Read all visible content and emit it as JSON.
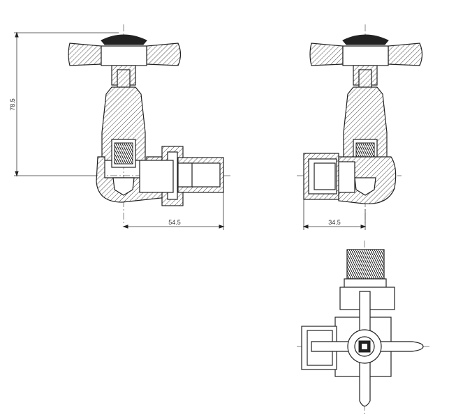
{
  "drawing": {
    "views": [
      "front-section",
      "side-section",
      "top-view"
    ],
    "dimensions": {
      "height": "78.5",
      "front_width": "54.5",
      "side_width": "34.5"
    },
    "colors": {
      "line": "#222222",
      "background": "#ffffff"
    }
  }
}
